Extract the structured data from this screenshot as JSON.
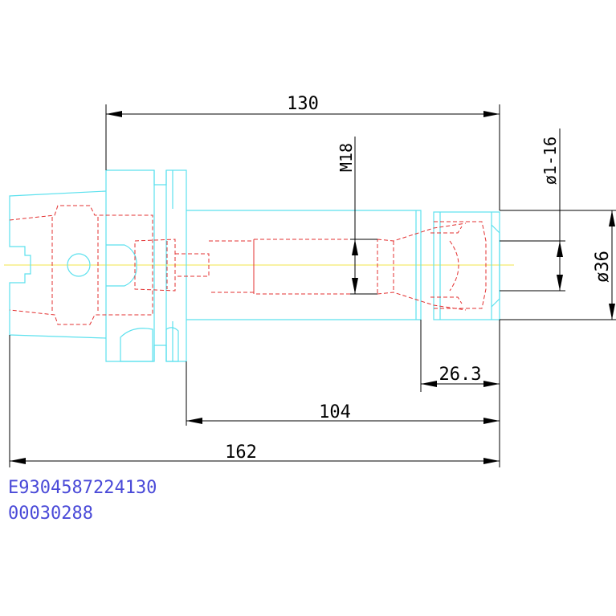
{
  "colors": {
    "outline": "#5ce1ee",
    "hidden_lines": "#e33030",
    "center_line": "#f2e64a",
    "dimensions": "#000000",
    "info_text": "#4a4ad8",
    "background": "#ffffff"
  },
  "dimensions": {
    "length_130": "130",
    "thread_m18": "M18",
    "clamp_range": "ø1-16",
    "diameter_36": "ø36",
    "nut_26_3": "26.3",
    "length_104": "104",
    "overall_162": "162"
  },
  "info": {
    "article_number": "E9304587224130",
    "item_number": "00030288"
  }
}
